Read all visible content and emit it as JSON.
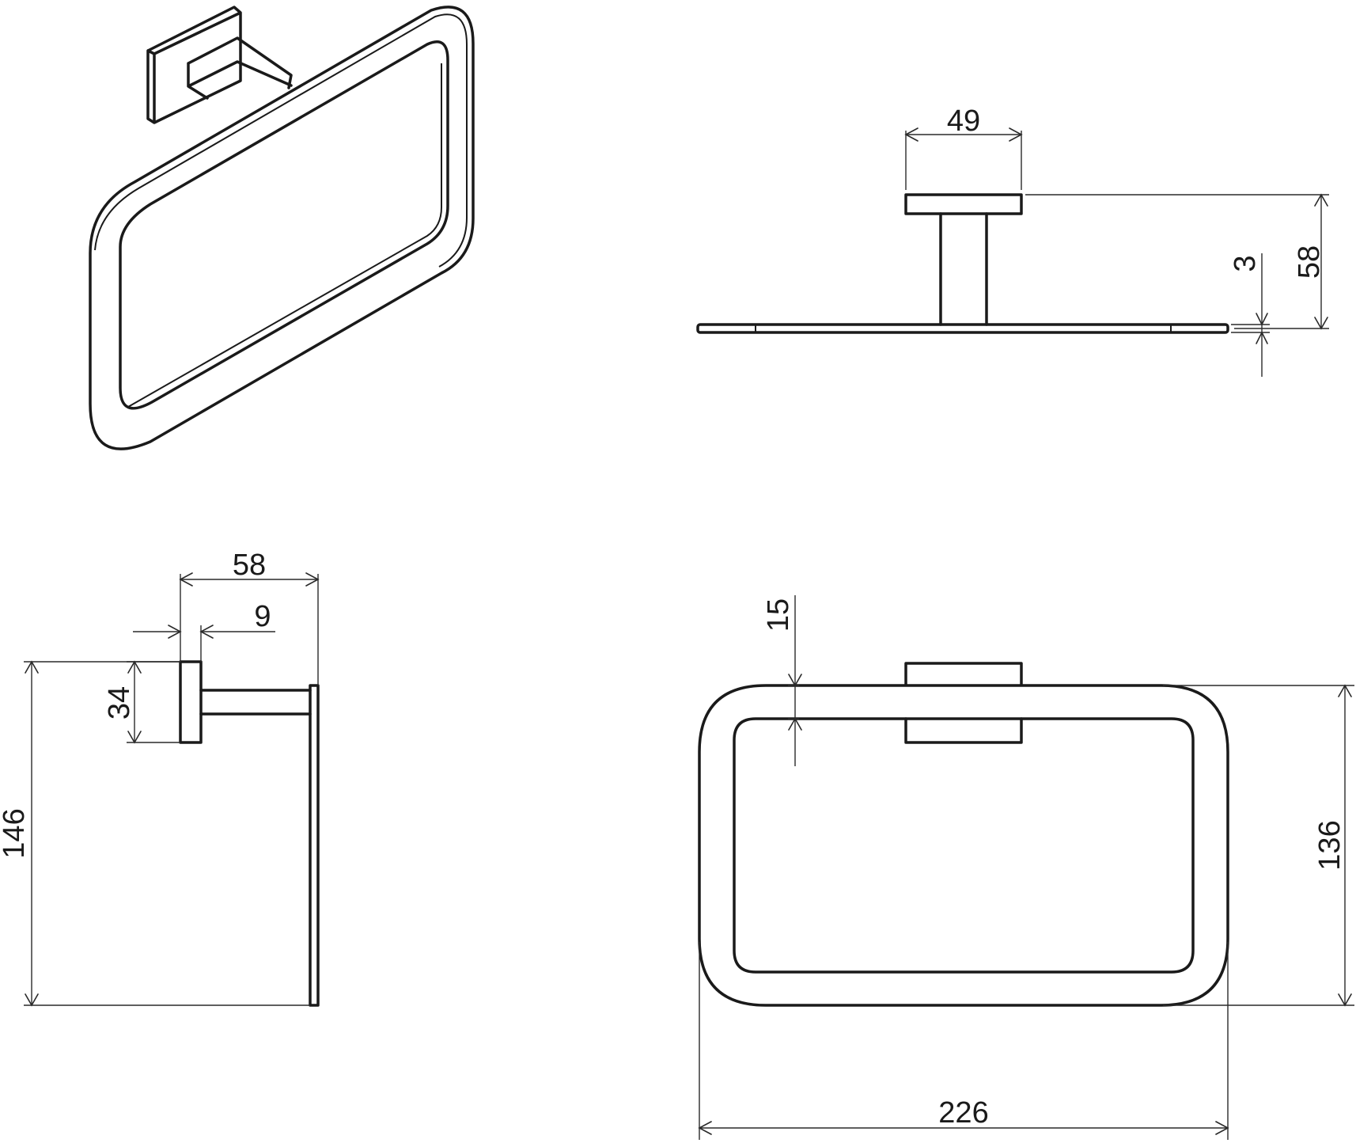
{
  "dimensions": {
    "top_width": "49",
    "top_depth": "58",
    "top_thickness": "3",
    "side_depth": "58",
    "side_offset": "9",
    "side_plate": "34",
    "side_height": "146",
    "front_bar": "15",
    "front_height": "136",
    "front_width": "226"
  },
  "colors": {
    "line": "#1a1a1a",
    "background": "#ffffff"
  }
}
